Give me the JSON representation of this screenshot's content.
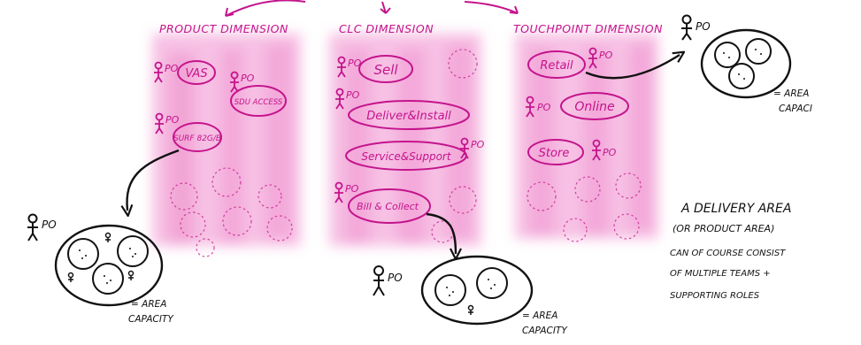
{
  "colors": {
    "pink": "#c4148c",
    "pink_wash": "#f08ccd",
    "ink": "#111111"
  },
  "icons": {
    "person": "stick-figure-icon",
    "arrow": "arrow-icon"
  },
  "columns": [
    {
      "heading": "PRODUCT DIMENSION",
      "items": [
        {
          "label": "VAS",
          "role": "PO"
        },
        {
          "label": "SDU ACCESS",
          "role": "PO"
        },
        {
          "label": "SURF 82G/B",
          "role": "PO"
        }
      ]
    },
    {
      "heading": "CLC DIMENSION",
      "items": [
        {
          "label": "Sell",
          "role": "PO"
        },
        {
          "label": "Deliver&Install",
          "role": "PO"
        },
        {
          "label": "Service&Support",
          "role": "PO"
        },
        {
          "label": "Bill & Collect",
          "role": "PO"
        }
      ]
    },
    {
      "heading": "TOUCHPOINT DIMENSION",
      "items": [
        {
          "label": "Retail",
          "role": "PO"
        },
        {
          "label": "Online",
          "role": "PO"
        },
        {
          "label": "Store",
          "role": "PO"
        }
      ]
    }
  ],
  "areas": [
    {
      "role": "PO",
      "caption_line1": "= AREA",
      "caption_line2": "CAPACITY"
    },
    {
      "role": "PO",
      "caption_line1": "= AREA",
      "caption_line2": "CAPACITY"
    },
    {
      "role": "PO",
      "caption_line1": "= AREA",
      "caption_line2": "CAPACI"
    }
  ],
  "note": {
    "line1": "A DELIVERY AREA",
    "line2": "(OR PRODUCT AREA)",
    "line3": "CAN OF COURSE CONSIST",
    "line4": "OF MULTIPLE TEAMS +",
    "line5": "SUPPORTING ROLES"
  }
}
